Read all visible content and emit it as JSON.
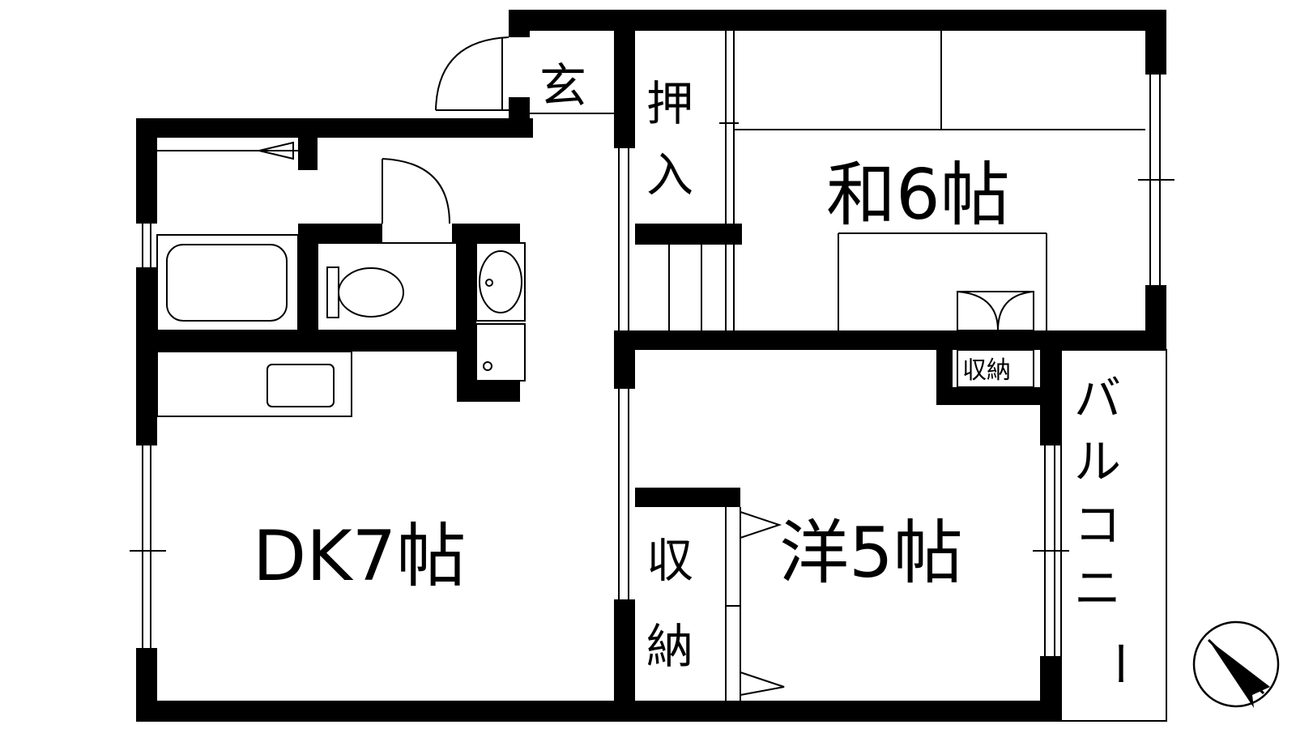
{
  "rooms": {
    "dk": "DK7帖",
    "washitsu": "和6帖",
    "yoshitsu": "洋5帖"
  },
  "labels": {
    "genkan": "玄",
    "oshiire": [
      "押",
      "入"
    ],
    "shuno_small": "収納",
    "shuno_closet": [
      "収",
      "納"
    ],
    "balcony": [
      "バ",
      "ル",
      "コ",
      "ニ",
      "ー"
    ]
  },
  "icons": {
    "compass": "north-arrow-icon",
    "bathtub": "bathtub-icon",
    "toilet": "toilet-icon",
    "sink": "washbasin-icon",
    "kitchen_sink": "kitchen-sink-icon"
  }
}
